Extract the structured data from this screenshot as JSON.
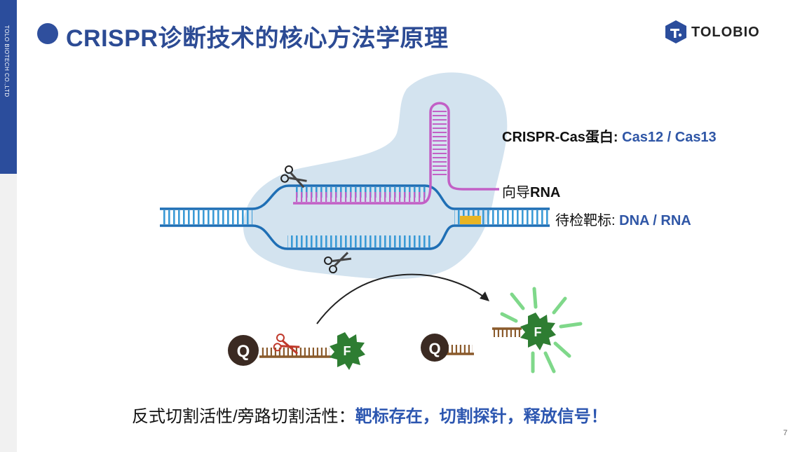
{
  "sidebar": {
    "company": "TOLO BIOTECH CO.,LTD"
  },
  "title": "CRISPR诊断技术的核心方法学原理",
  "logo": {
    "text": "TOLOBIO"
  },
  "labels": {
    "protein_prefix": "CRISPR-Cas蛋白: ",
    "protein_value": "Cas12 / Cas13",
    "guide_prefix": "向导",
    "guide_value": "RNA",
    "target_prefix": "待检靶标: ",
    "target_value": "DNA / RNA"
  },
  "reporter": {
    "quencher": "Q",
    "fluorophore": "F"
  },
  "footer": {
    "prefix": "反式切割活性/旁路切割活性：",
    "highlight": "靶标存在，切割探针，释放信号！"
  },
  "page_number": "7",
  "colors": {
    "accent": "#2b4d9c",
    "dna_strand": "#1f6fb5",
    "dna_rung": "#3a9ad6",
    "guide_rna": "#c260c6",
    "protein_blob": "#d3e3ef",
    "pam": "#e8b423",
    "quencher": "#3b2a22",
    "fluorophore": "#2e7d32",
    "probe": "#8a5a2b",
    "glow": "#7fd88a"
  }
}
